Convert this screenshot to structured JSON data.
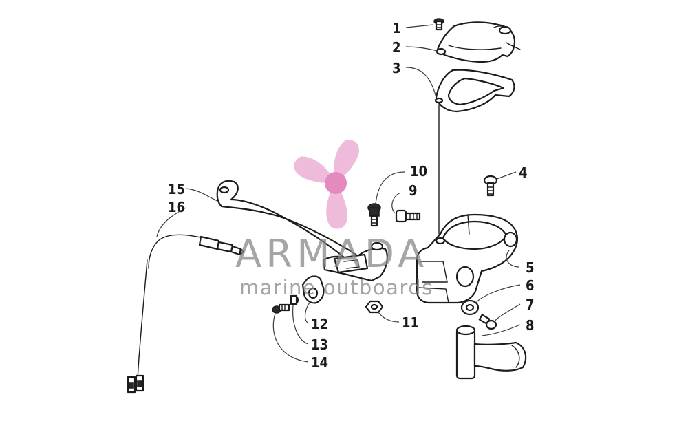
{
  "callouts": [
    {
      "n": "1"
    },
    {
      "n": "2"
    },
    {
      "n": "3"
    },
    {
      "n": "4"
    },
    {
      "n": "5"
    },
    {
      "n": "6"
    },
    {
      "n": "7"
    },
    {
      "n": "8"
    },
    {
      "n": "9"
    },
    {
      "n": "10"
    },
    {
      "n": "11"
    },
    {
      "n": "12"
    },
    {
      "n": "13"
    },
    {
      "n": "14"
    },
    {
      "n": "15"
    },
    {
      "n": "16"
    }
  ],
  "watermark": {
    "brand": "ARMADA",
    "tagline": "marine outboards",
    "colors": {
      "text": "#8a8a8a",
      "logo": "#e8a0cc",
      "logo_center": "#e07fb8"
    }
  },
  "colors": {
    "line": "#1c1c1c",
    "background": "#ffffff"
  }
}
